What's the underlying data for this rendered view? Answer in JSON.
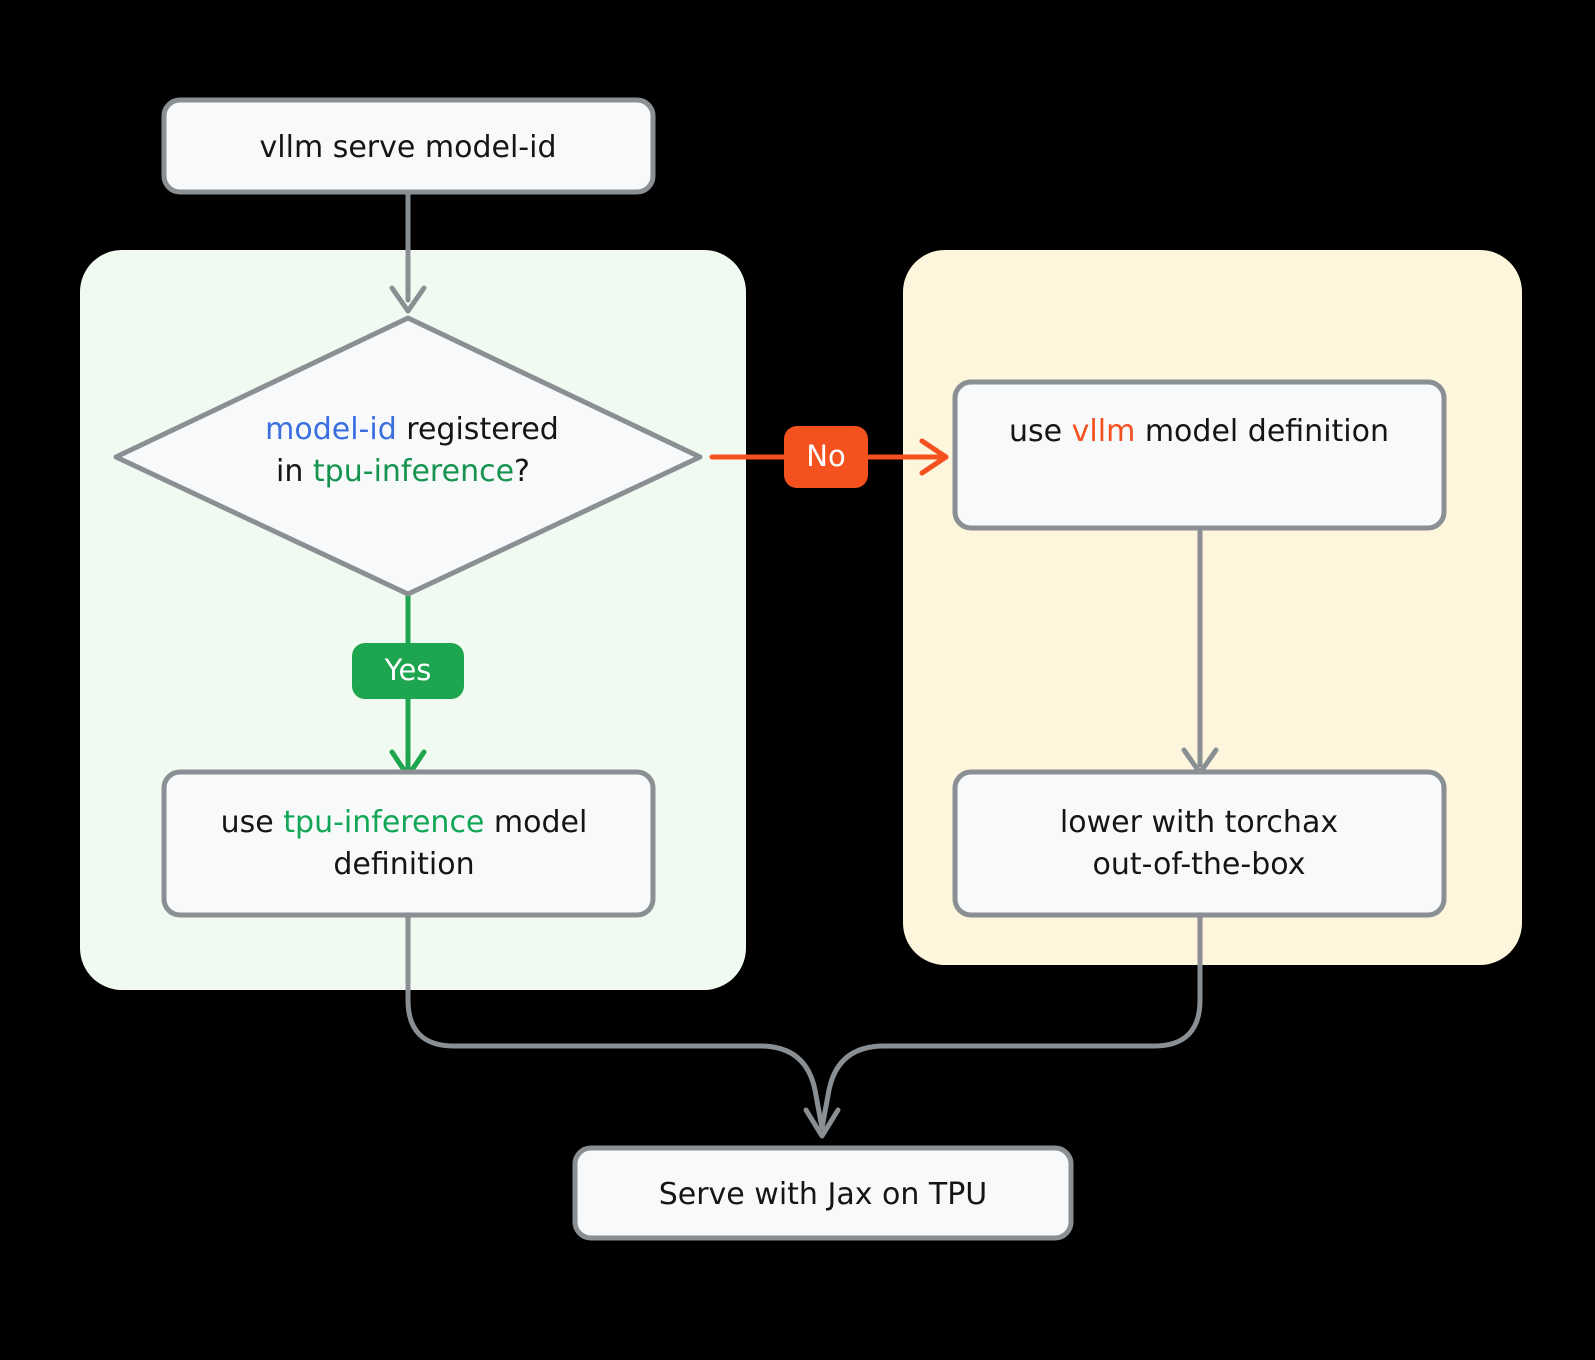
{
  "diagram": {
    "type": "flowchart",
    "title": "vllm serve model-id decision flow",
    "background_color": "#000000",
    "node_fill": "#F8F9FA",
    "node_stroke": "#8A8F94",
    "edge_color": "#8A8F94",
    "colors": {
      "blue": "#3B6FE0",
      "green": "#16934E",
      "green_bright": "#12A757",
      "orange": "#F4511E",
      "yes_badge": "#1DA54F",
      "no_badge": "#F4511E",
      "panel_green": "#F1FAF0",
      "panel_yellow": "#FDF6DC",
      "text": "#151515"
    }
  },
  "panels": [
    {
      "id": "panel-tpu-inference",
      "fill": "#F1FAF0",
      "label": ""
    },
    {
      "id": "panel-vllm",
      "fill": "#FDF6DC",
      "label": ""
    }
  ],
  "nodes": {
    "start": {
      "id": "vllm-serve",
      "shape": "rounded-rect",
      "lines": [
        [
          {
            "t": "vllm serve model-id",
            "c": "dark"
          }
        ]
      ]
    },
    "decision": {
      "id": "model-id-registered",
      "shape": "diamond",
      "lines": [
        [
          {
            "t": "model-id",
            "c": "blue"
          },
          {
            "t": " registered",
            "c": "dark"
          }
        ],
        [
          {
            "t": "in ",
            "c": "dark"
          },
          {
            "t": "tpu-inference",
            "c": "green"
          },
          {
            "t": "?",
            "c": "dark"
          }
        ]
      ]
    },
    "use_vllm": {
      "id": "use-vllm-model-definition",
      "shape": "rounded-rect",
      "lines": [
        [
          {
            "t": "use ",
            "c": "dark"
          },
          {
            "t": "vllm",
            "c": "orange"
          },
          {
            "t": " model definition",
            "c": "dark"
          }
        ]
      ]
    },
    "use_tpu": {
      "id": "use-tpu-inference-model-definition",
      "shape": "rounded-rect",
      "lines": [
        [
          {
            "t": "use ",
            "c": "dark"
          },
          {
            "t": "tpu-inference",
            "c": "green-b"
          },
          {
            "t": " model",
            "c": "dark"
          }
        ],
        [
          {
            "t": "definition",
            "c": "dark"
          }
        ]
      ]
    },
    "lower_torchax": {
      "id": "lower-with-torchax",
      "shape": "rounded-rect",
      "lines": [
        [
          {
            "t": "lower with torchax",
            "c": "dark"
          }
        ],
        [
          {
            "t": "out-of-the-box",
            "c": "dark"
          }
        ]
      ]
    },
    "serve_jax": {
      "id": "serve-with-jax-on-tpu",
      "shape": "rounded-rect",
      "lines": [
        [
          {
            "t": "Serve with Jax on TPU",
            "c": "dark"
          }
        ]
      ]
    }
  },
  "edge_labels": {
    "yes": {
      "text": "Yes",
      "bg": "#1DA54F",
      "fg": "#ffffff"
    },
    "no": {
      "text": "No",
      "bg": "#F4511E",
      "fg": "#ffffff"
    }
  },
  "edges": [
    {
      "from": "vllm-serve",
      "to": "model-id-registered",
      "label": "",
      "color": "#8A8F94"
    },
    {
      "from": "model-id-registered",
      "to": "use-vllm-model-definition",
      "label": "No",
      "color": "#F4511E"
    },
    {
      "from": "model-id-registered",
      "to": "use-tpu-inference-model-definition",
      "label": "Yes",
      "color": "#1DA54F"
    },
    {
      "from": "use-vllm-model-definition",
      "to": "lower-with-torchax",
      "label": "",
      "color": "#8A8F94"
    },
    {
      "from": "use-tpu-inference-model-definition",
      "to": "serve-with-jax-on-tpu",
      "label": "",
      "color": "#8A8F94"
    },
    {
      "from": "lower-with-torchax",
      "to": "serve-with-jax-on-tpu",
      "label": "",
      "color": "#8A8F94"
    }
  ]
}
